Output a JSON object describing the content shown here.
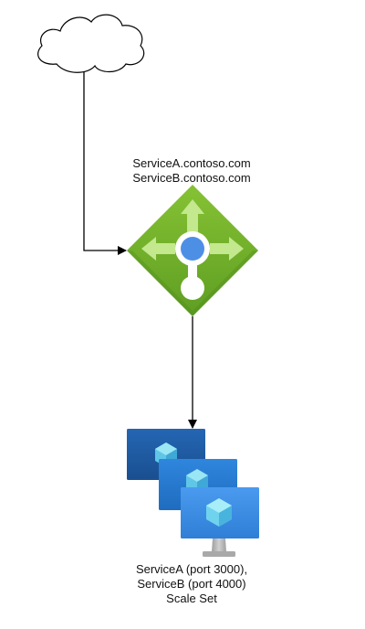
{
  "gateway": {
    "hostnames": [
      "ServiceA.contoso.com",
      "ServiceB.contoso.com"
    ]
  },
  "scale_set": {
    "label_lines": [
      "ServiceA (port 3000),",
      "ServiceB (port 4000)",
      "Scale Set"
    ]
  },
  "colors": {
    "gateway_green": "#7AB829",
    "gateway_dark_green": "#4E8A1C",
    "arrow_light_green": "#C3E88D",
    "center_blue": "#4E8FE6",
    "vm_dark_blue": "#1F5FA8",
    "vm_blue": "#2A7BD3",
    "vm_light_blue": "#3A8DE6",
    "stand_gray": "#B8B8B8",
    "cube_cyan": "#7FE3F2",
    "line": "#000000"
  }
}
